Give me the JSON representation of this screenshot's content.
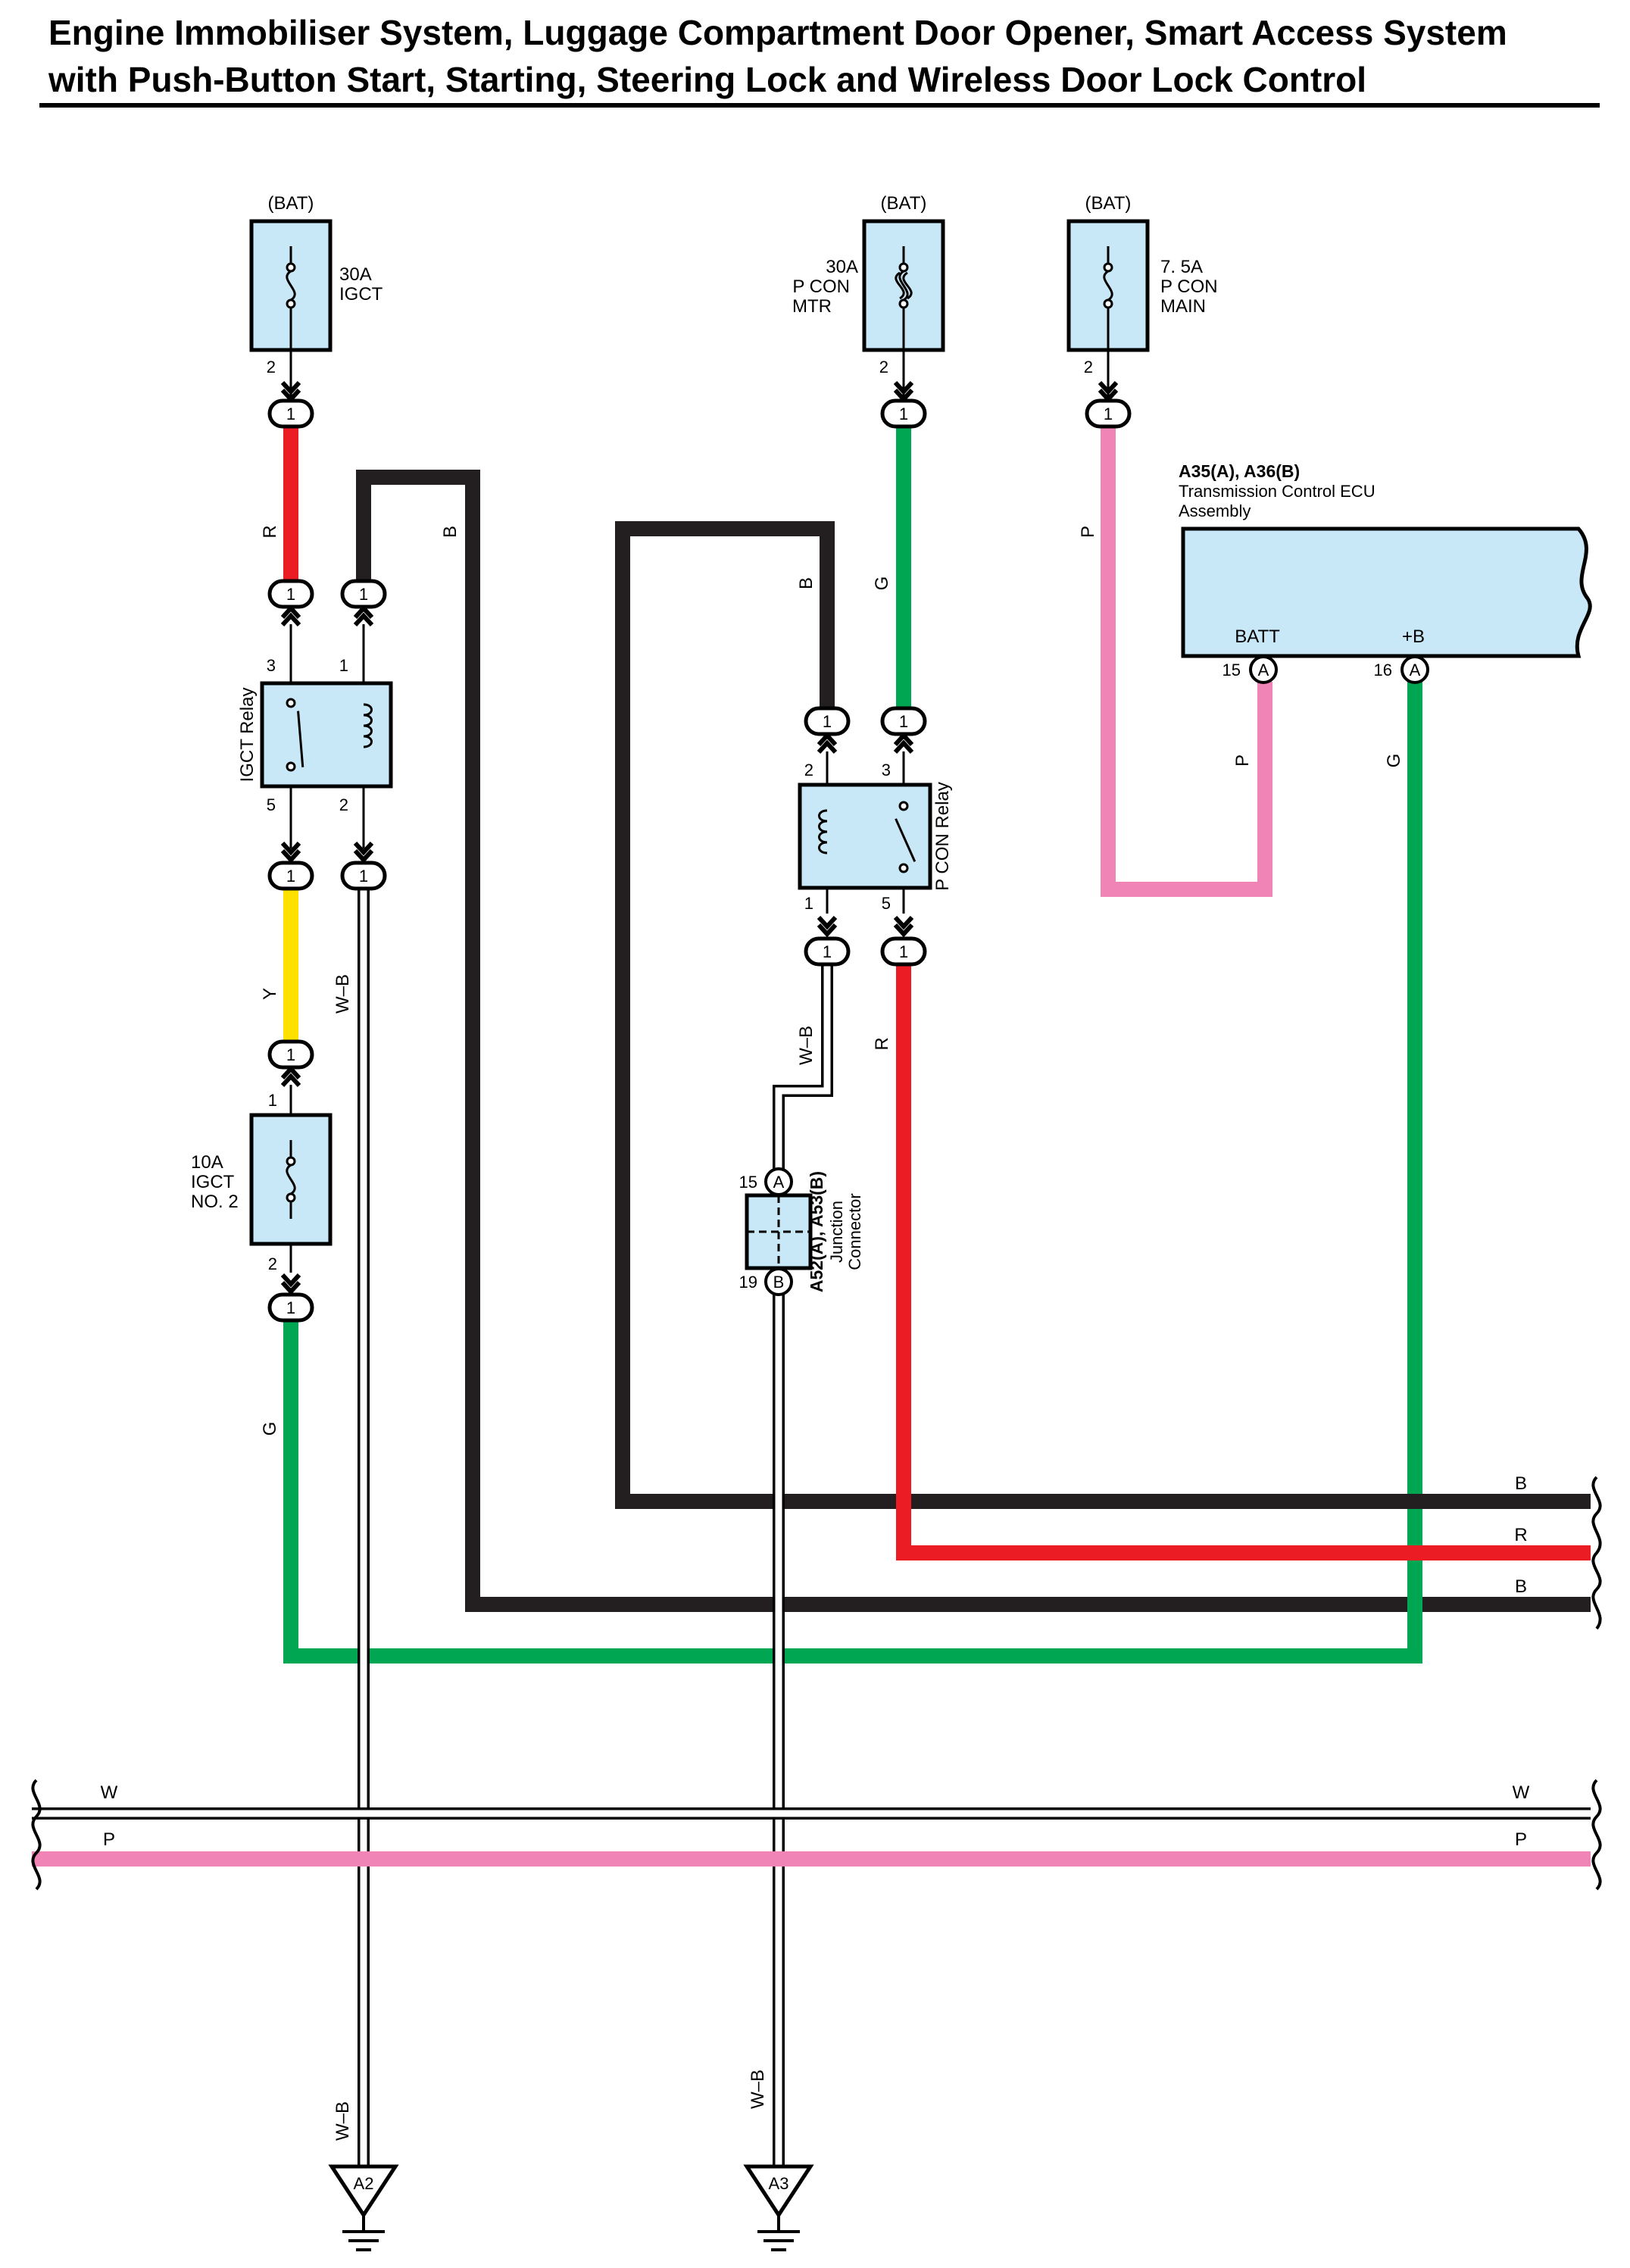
{
  "title": {
    "line1": "Engine Immobiliser System, Luggage Compartment Door Opener, Smart Access System",
    "line2": "with Push-Button Start, Starting, Steering Lock and Wireless Door Lock Control"
  },
  "colors": {
    "R": "#ec1c24",
    "G": "#00a651",
    "Y": "#ffe100",
    "B": "#231f20",
    "P": "#f184b6",
    "W": "#ffffff",
    "component_fill": "#c9e8f7"
  },
  "fuses": {
    "igct": {
      "source": "(BAT)",
      "rating": "30A",
      "name": "IGCT",
      "pin": "2",
      "connector": "1"
    },
    "p_con_mtr": {
      "source": "(BAT)",
      "rating": "30A",
      "name1": "P CON",
      "name2": "MTR",
      "pin": "2",
      "connector": "1"
    },
    "p_con_main": {
      "source": "(BAT)",
      "rating": "7. 5A",
      "name1": "P CON",
      "name2": "MAIN",
      "pin": "2",
      "connector": "1"
    },
    "igct_no2": {
      "rating": "10A",
      "name1": "IGCT",
      "name2": "NO. 2",
      "pin_top": "1",
      "pin_bottom": "2",
      "connector": "1"
    }
  },
  "relays": {
    "igct": {
      "name": "IGCT Relay",
      "pin3": "3",
      "pin1": "1",
      "pin5": "5",
      "pin2": "2",
      "connector": "1"
    },
    "p_con": {
      "name": "P CON Relay",
      "pin2": "2",
      "pin3": "3",
      "pin1": "1",
      "pin5": "5",
      "connector": "1"
    }
  },
  "ecu": {
    "id": "A35(A), A36(B)",
    "name1": "Transmission Control ECU",
    "name2": "Assembly",
    "batt_label": "BATT",
    "b_label": "+B",
    "batt_pin": "15",
    "b_pin": "16",
    "connector": "A"
  },
  "junction": {
    "id": "A52(A), A53(B)",
    "name1": "Junction",
    "name2": "Connector",
    "pin_top": "15",
    "pin_bottom": "19",
    "conn_top": "A",
    "conn_bottom": "B"
  },
  "wire_labels": {
    "r1": "R",
    "b1": "B",
    "b2": "B",
    "g1": "G",
    "p1": "P",
    "p2": "P",
    "g2": "G",
    "y1": "Y",
    "wb1": "W–B",
    "wb2": "W–B",
    "r2": "R",
    "g3": "G",
    "bus_b1": "B",
    "bus_r": "R",
    "bus_b2": "B",
    "w_left": "W",
    "w_right": "W",
    "p_left": "P",
    "p_right": "P",
    "wb3": "W–B",
    "wb4": "W–B"
  },
  "grounds": {
    "g1": "A2",
    "g2": "A3"
  }
}
